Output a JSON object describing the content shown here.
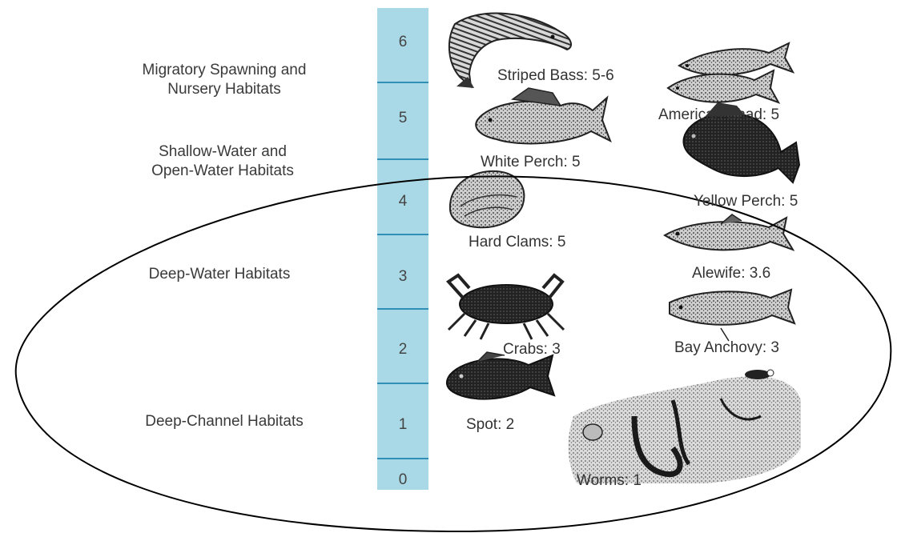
{
  "habitats": {
    "migratory_line1": "Migratory Spawning and",
    "migratory_line2": "Nursery Habitats",
    "shallow_line1": "Shallow-Water and",
    "shallow_line2": "Open-Water Habitats",
    "deep_water": "Deep-Water Habitats",
    "deep_channel": "Deep-Channel Habitats"
  },
  "scale": {
    "levels": [
      "0",
      "1",
      "2",
      "3",
      "4",
      "5",
      "6"
    ],
    "color": "#a9d9e6",
    "divider_color": "#2f8fb4"
  },
  "species": {
    "striped_bass": "Striped Bass: 5-6",
    "american_shad": "American Shad: 5",
    "white_perch": "White Perch: 5",
    "yellow_perch": "Yellow Perch: 5",
    "hard_clams": "Hard Clams: 5",
    "alewife": "Alewife: 3.6",
    "crabs": "Crabs: 3",
    "bay_anchovy": "Bay Anchovy: 3",
    "spot": "Spot: 2",
    "worms": "Worms: 1"
  }
}
